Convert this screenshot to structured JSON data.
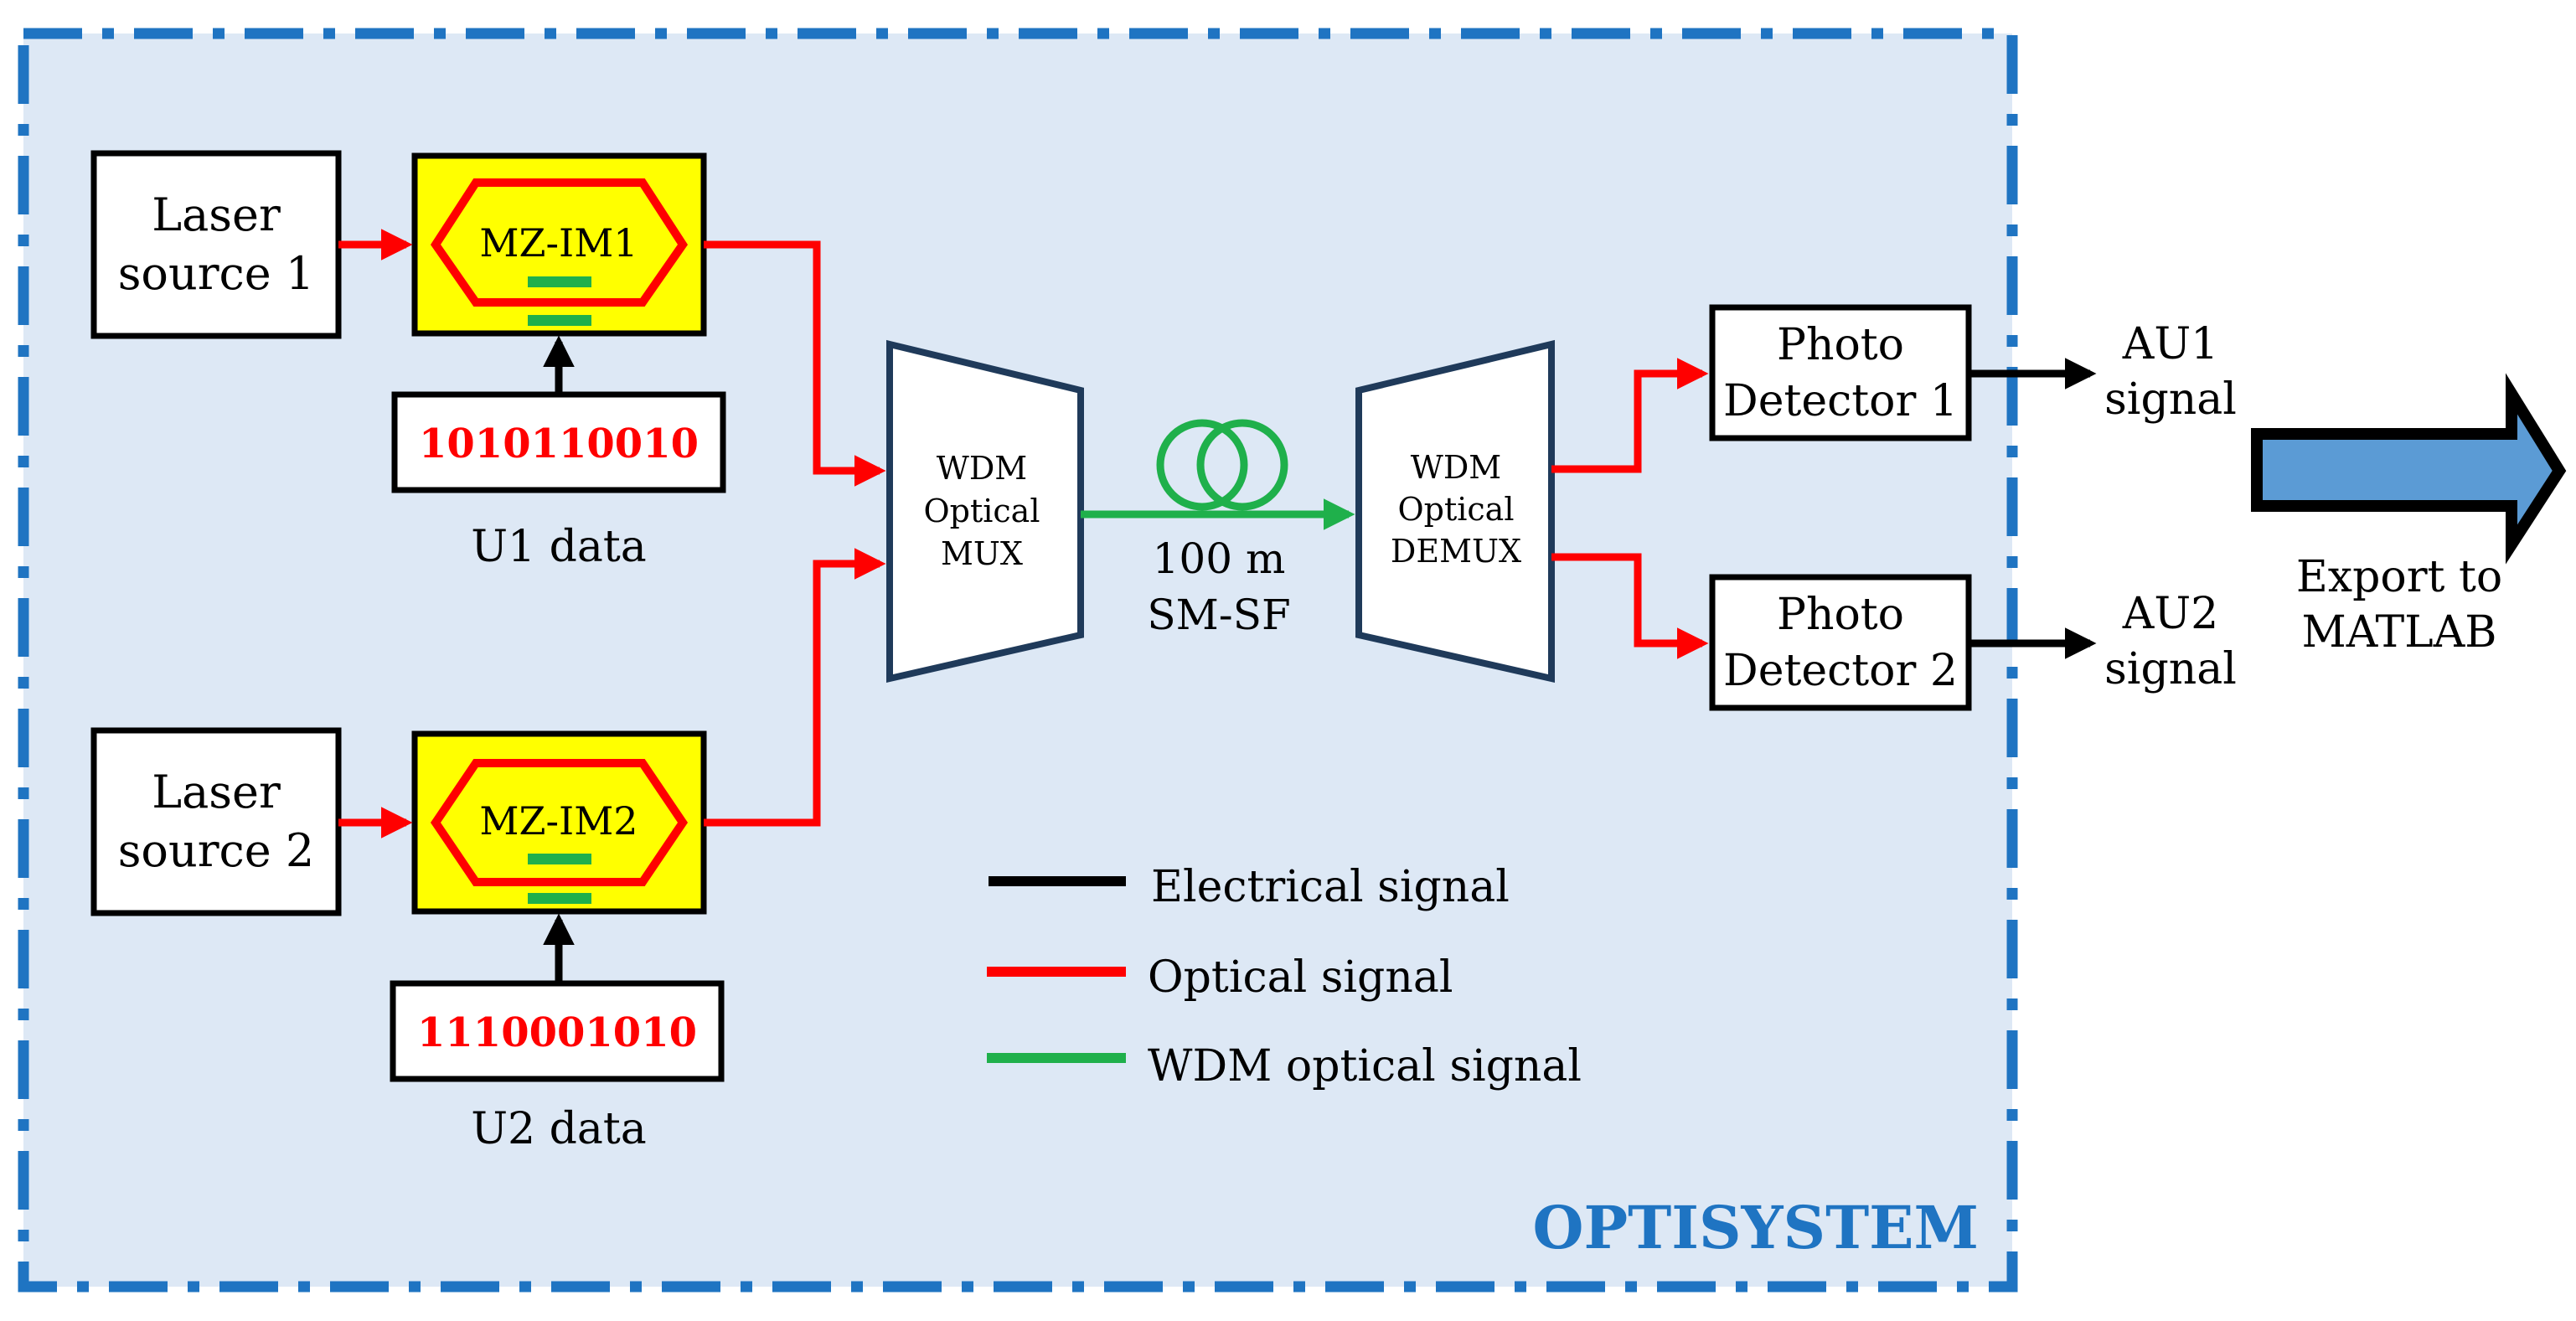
{
  "colors": {
    "panel_bg": "#dde8f5",
    "panel_border": "#1f74c2",
    "optical": "#ff0000",
    "electrical": "#000000",
    "wdm": "#1fb04b",
    "modulator_fill": "#ffff00",
    "export_arrow": "#5b9bd5",
    "mux_stroke": "#1f3a5a"
  },
  "icons": {
    "fiber": "fiber-coil-icon",
    "export": "block-arrow-icon"
  },
  "labels": {
    "laser1": [
      "Laser",
      "source 1"
    ],
    "laser2": [
      "Laser",
      "source 2"
    ],
    "mzim1": "MZ-IM1",
    "mzim2": "MZ-IM2",
    "data1_bits": "1010110010",
    "data2_bits": "1110001010",
    "data1_caption": "U1 data",
    "data2_caption": "U2 data",
    "mux": [
      "WDM",
      "Optical",
      "MUX"
    ],
    "demux": [
      "WDM",
      "Optical",
      "DEMUX"
    ],
    "fiber": [
      "100 m",
      "SM-SF"
    ],
    "pd1": [
      "Photo",
      "Detector 1"
    ],
    "pd2": [
      "Photo",
      "Detector 2"
    ],
    "au1": [
      "AU1",
      "signal"
    ],
    "au2": [
      "AU2",
      "signal"
    ],
    "export": [
      "Export to",
      "MATLAB"
    ],
    "panel_title": "OPTISYSTEM"
  },
  "legend": [
    {
      "label": "Electrical signal",
      "color": "#000000"
    },
    {
      "label": "Optical signal",
      "color": "#ff0000"
    },
    {
      "label": "WDM optical signal",
      "color": "#1fb04b"
    }
  ]
}
